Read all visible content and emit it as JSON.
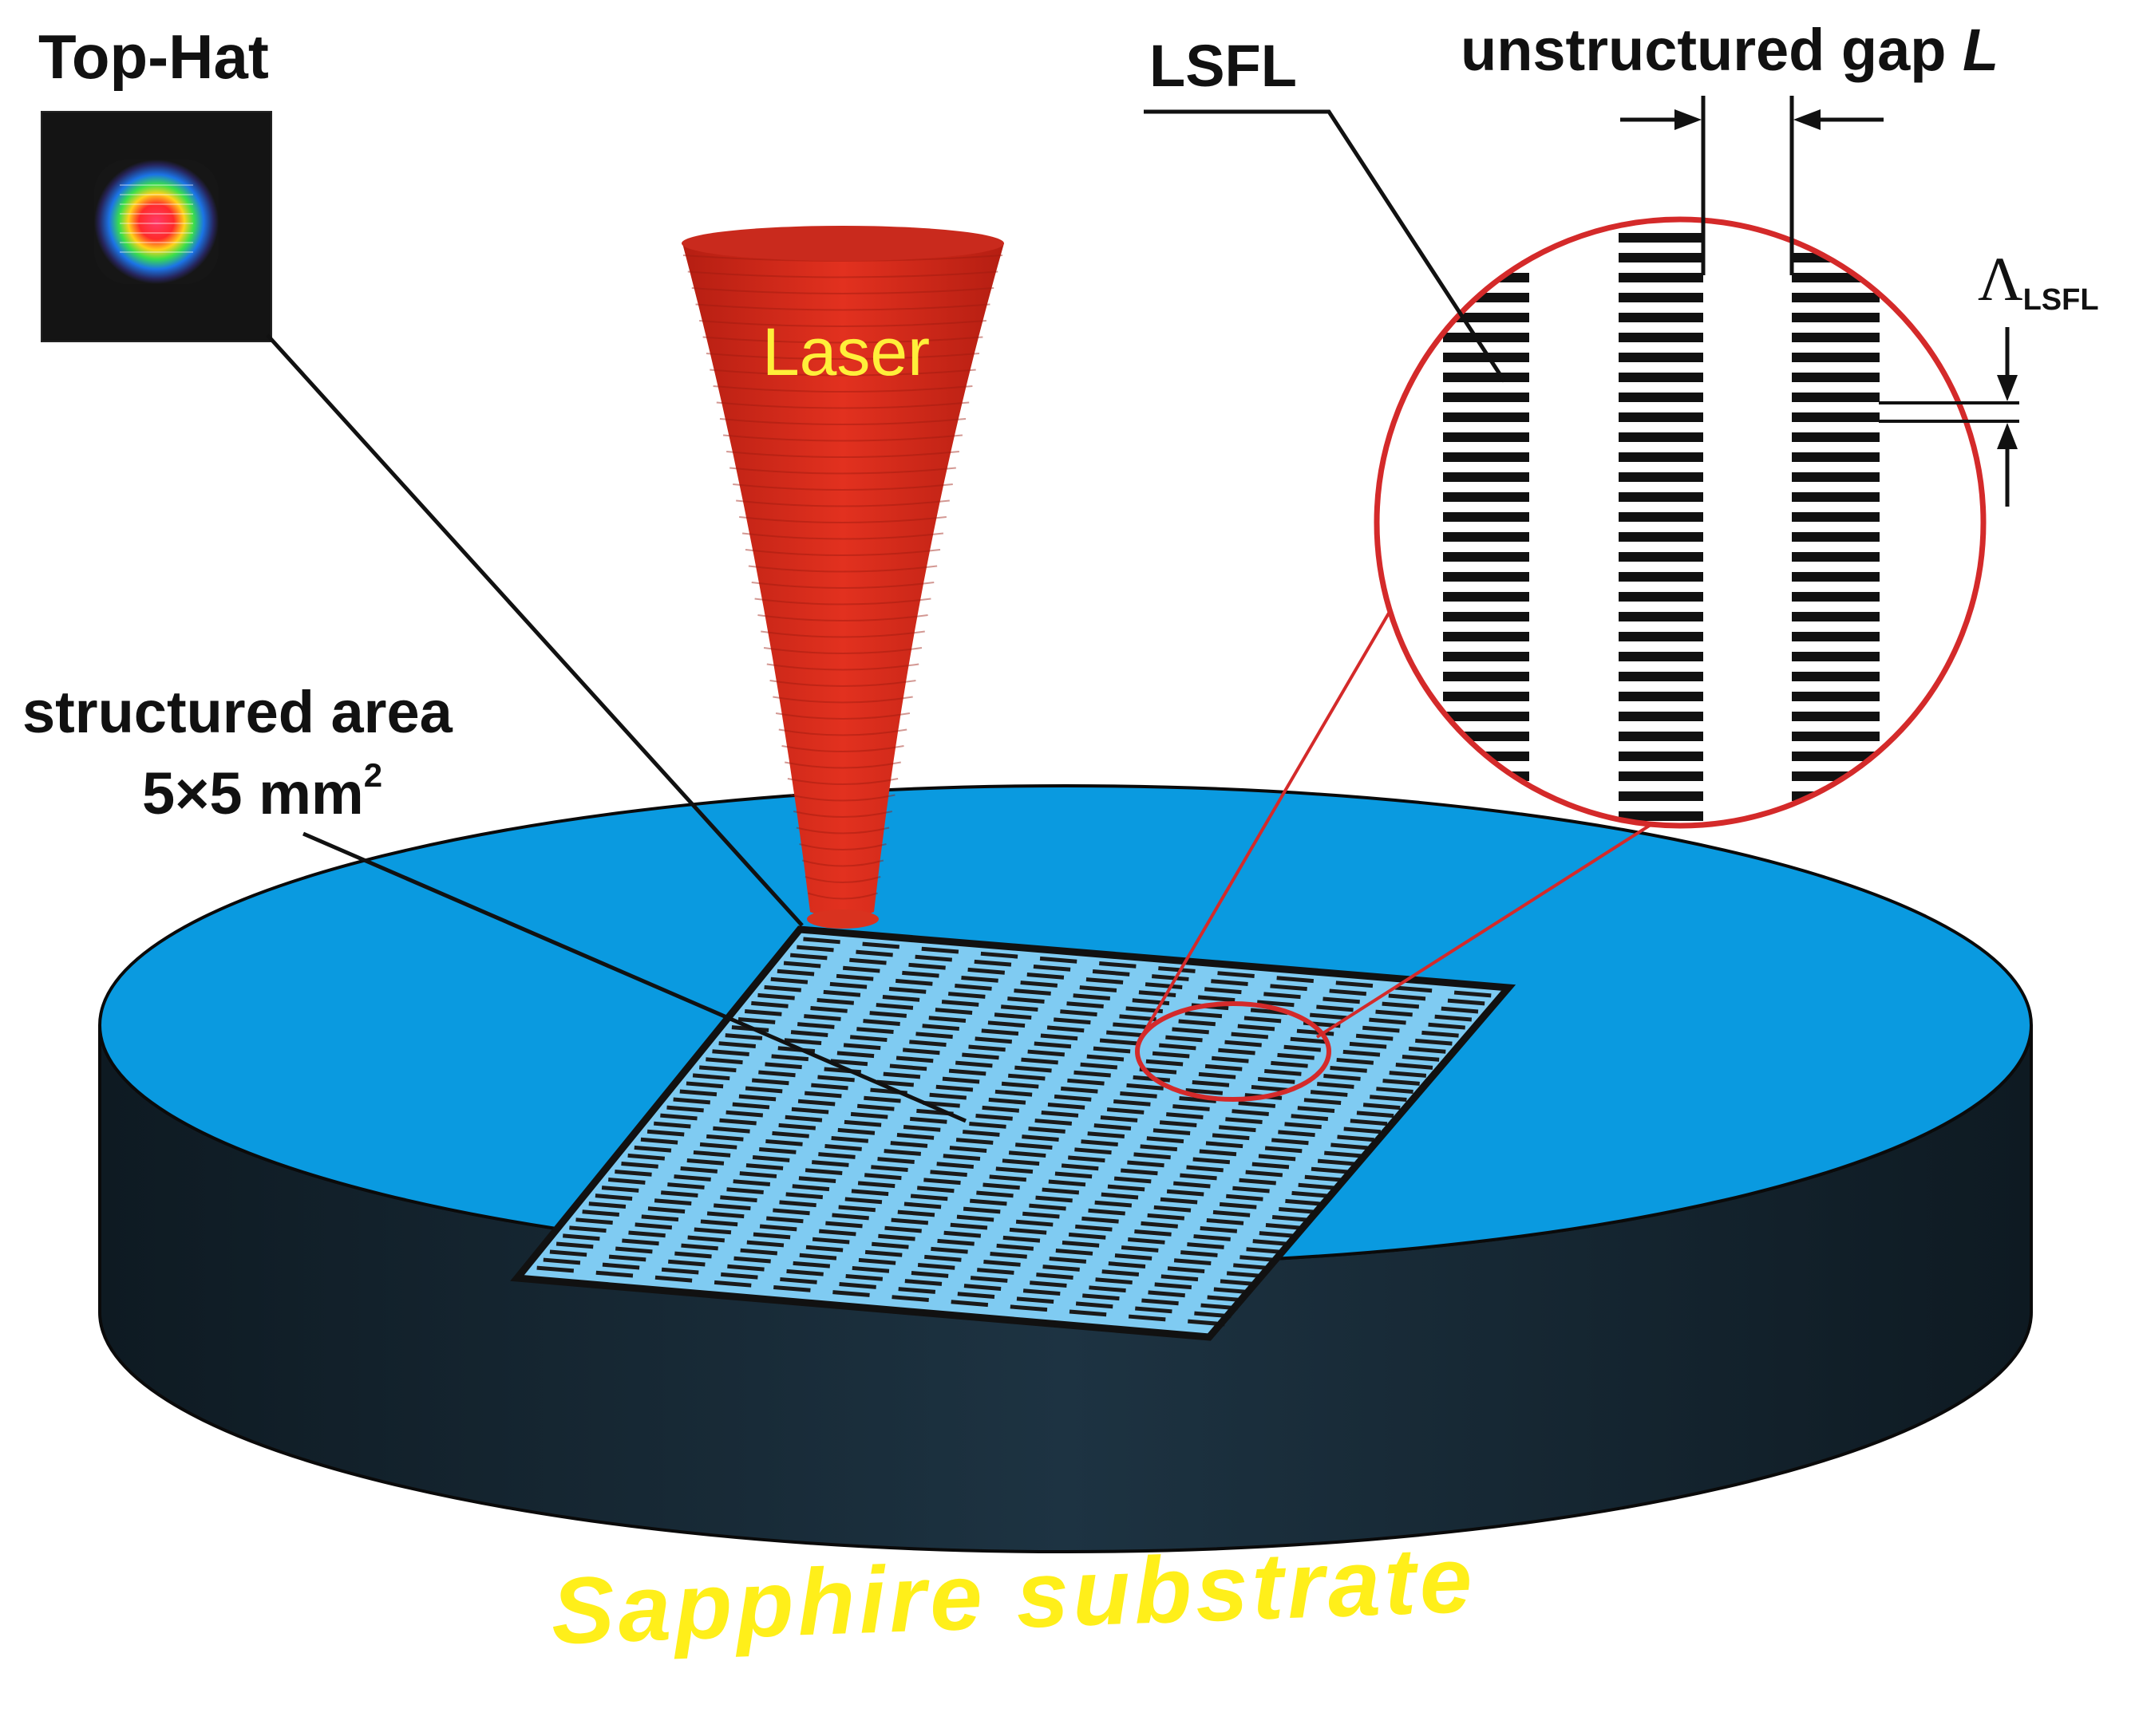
{
  "labels": {
    "top_hat": "Top-Hat",
    "laser": "Laser",
    "structured_area_line1": "structured area",
    "structured_area_line2": "5×5 mm",
    "structured_area_sup": "2",
    "lsfl": "LSFL",
    "unstructured_gap": "unstructured gap ",
    "gap_symbol": "L",
    "period_symbol": "Λ",
    "period_subscript": "LSFL",
    "substrate": "Sapphire substrate"
  },
  "colors": {
    "substrate_top": "#0a9ae0",
    "substrate_side": "#152530",
    "structured_area": "#7fcbf2",
    "laser": "#d42a1c",
    "laser_text": "#ffef3a",
    "substrate_text": "#ffef1a",
    "zoom_circle": "#d42a2a",
    "ink": "#111111"
  },
  "icons": {
    "beam_profile": "top-hat-beam-profile-image",
    "gap_arrows": "dimension-arrows",
    "period_arrows": "dimension-arrows"
  }
}
